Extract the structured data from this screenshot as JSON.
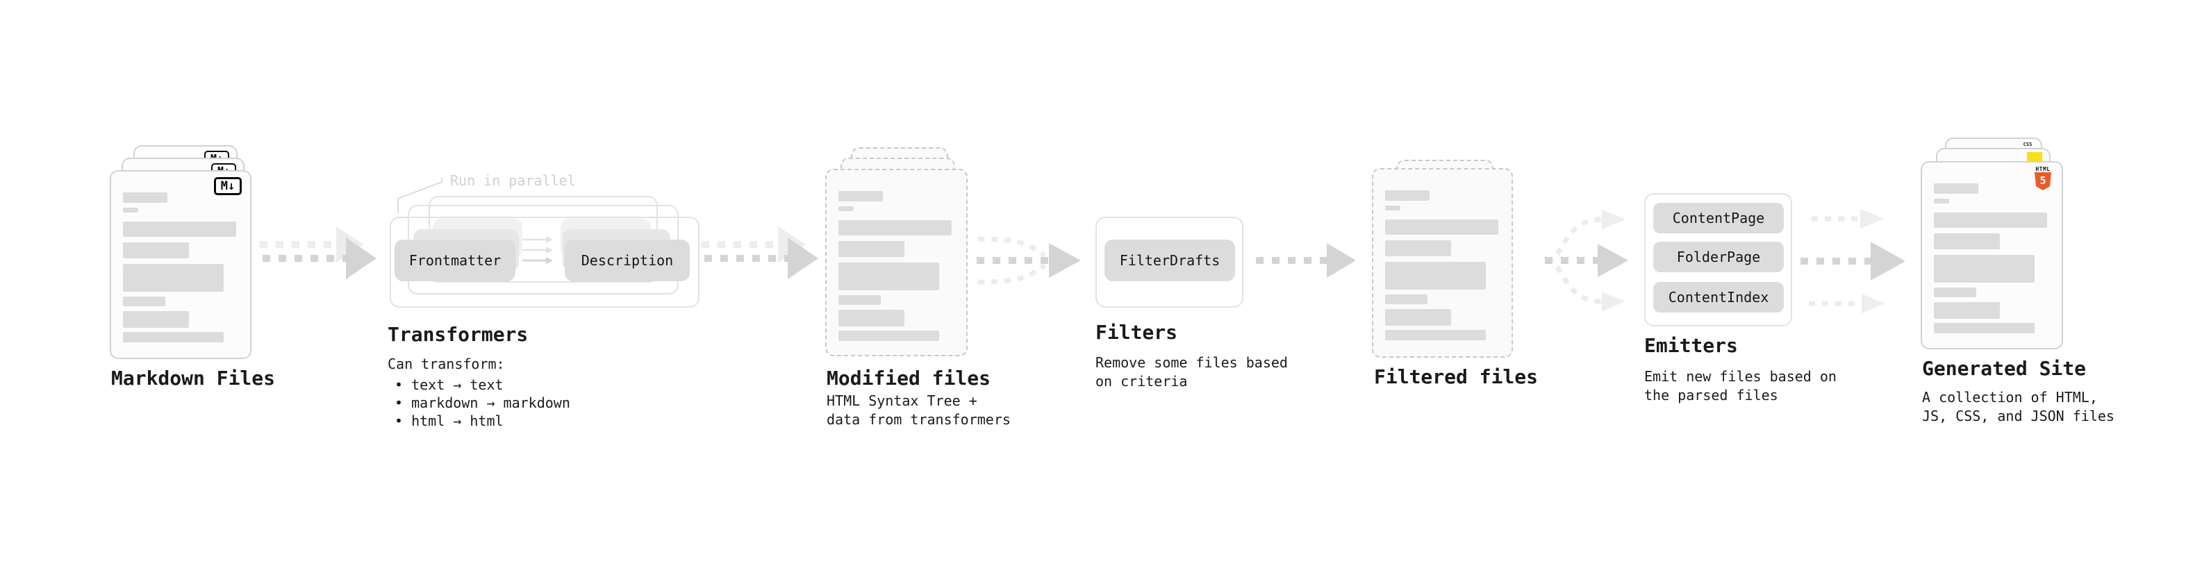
{
  "stages": {
    "markdown_files": {
      "title": "Markdown Files"
    },
    "transformers": {
      "title": "Transformers",
      "annotation": "Run in parallel",
      "transformer_left": "Frontmatter",
      "transformer_right": "Description",
      "subtitle": "Can transform:",
      "bullets": [
        "• text → text",
        "• markdown → markdown",
        "• html → html"
      ]
    },
    "modified_files": {
      "title": "Modified files",
      "subtitle": "HTML Syntax Tree +\ndata from transformers"
    },
    "filters": {
      "title": "Filters",
      "filter_name": "FilterDrafts",
      "subtitle": "Remove some files based\non criteria"
    },
    "filtered_files": {
      "title": "Filtered files"
    },
    "emitters": {
      "title": "Emitters",
      "emitter_names": [
        "ContentPage",
        "FolderPage",
        "ContentIndex"
      ],
      "subtitle": "Emit new files based on\nthe parsed files"
    },
    "generated_site": {
      "title": "Generated Site",
      "subtitle": "A collection of HTML,\nJS, CSS, and JSON files"
    }
  },
  "badges": {
    "markdown": "M↓",
    "html5_label": "HTML",
    "html5_number": "5",
    "css": "CSS"
  },
  "colors": {
    "html5_orange": "#e95c29",
    "js_yellow": "#f7df1b",
    "css_blue": "#2559e8",
    "arrow_gray": "#d4d4d4"
  }
}
